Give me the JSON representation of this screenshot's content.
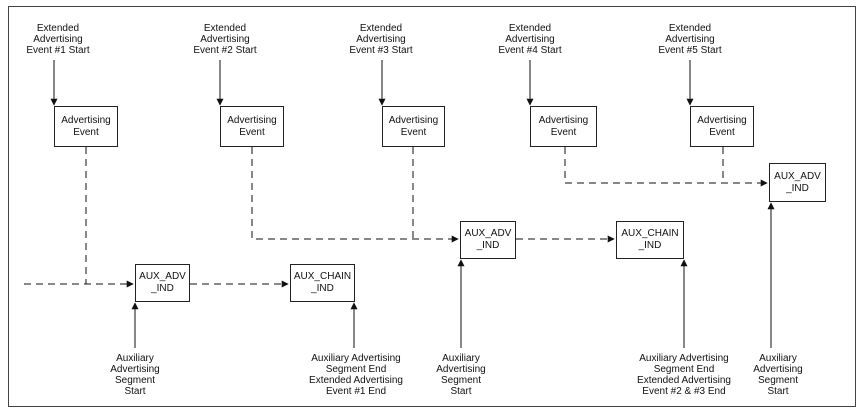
{
  "top_labels": [
    "Extended\nAdvertising\nEvent #1 Start",
    "Extended\nAdvertising\nEvent #2 Start",
    "Extended\nAdvertising\nEvent #3 Start",
    "Extended\nAdvertising\nEvent #4 Start",
    "Extended\nAdvertising\nEvent #5 Start"
  ],
  "adv_boxes": [
    "Advertising\nEvent",
    "Advertising\nEvent",
    "Advertising\nEvent",
    "Advertising\nEvent",
    "Advertising\nEvent"
  ],
  "aux_boxes": [
    "AUX_ADV\n_IND",
    "AUX_CHAIN\n_IND",
    "AUX_ADV\n_IND",
    "AUX_CHAIN\n_IND",
    "AUX_ADV\n_IND"
  ],
  "bottom_labels": [
    "Auxiliary\nAdvertising\nSegment\nStart",
    "Auxiliary Advertising\nSegment End\nExtended Advertising\nEvent #1 End",
    "Auxiliary\nAdvertising\nSegment\nStart",
    "Auxiliary Advertising\nSegment End\nExtended Advertising\nEvent #2 & #3 End",
    "Auxiliary\nAdvertising\nSegment\nStart"
  ]
}
